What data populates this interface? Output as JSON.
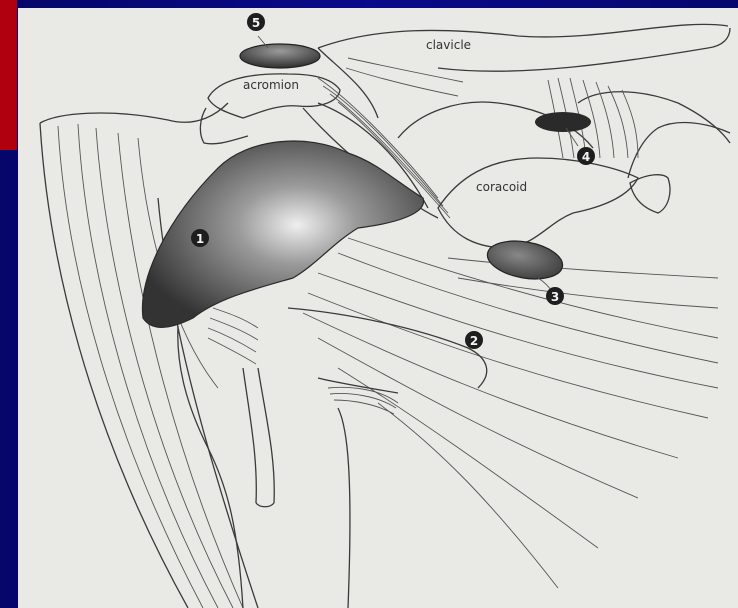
{
  "labels": {
    "clavicle": "clavicle",
    "acromion": "acromion",
    "coracoid": "coracoid"
  },
  "markers": {
    "m1": "1",
    "m2": "2",
    "m3": "3",
    "m4": "4",
    "m5": "5"
  },
  "colors": {
    "background": "#0a0a7a",
    "accent_tab": "#b00010",
    "paper": "#e9e9e6",
    "ink": "#3a3a3a",
    "shade_dark": "#3b3b3b"
  }
}
